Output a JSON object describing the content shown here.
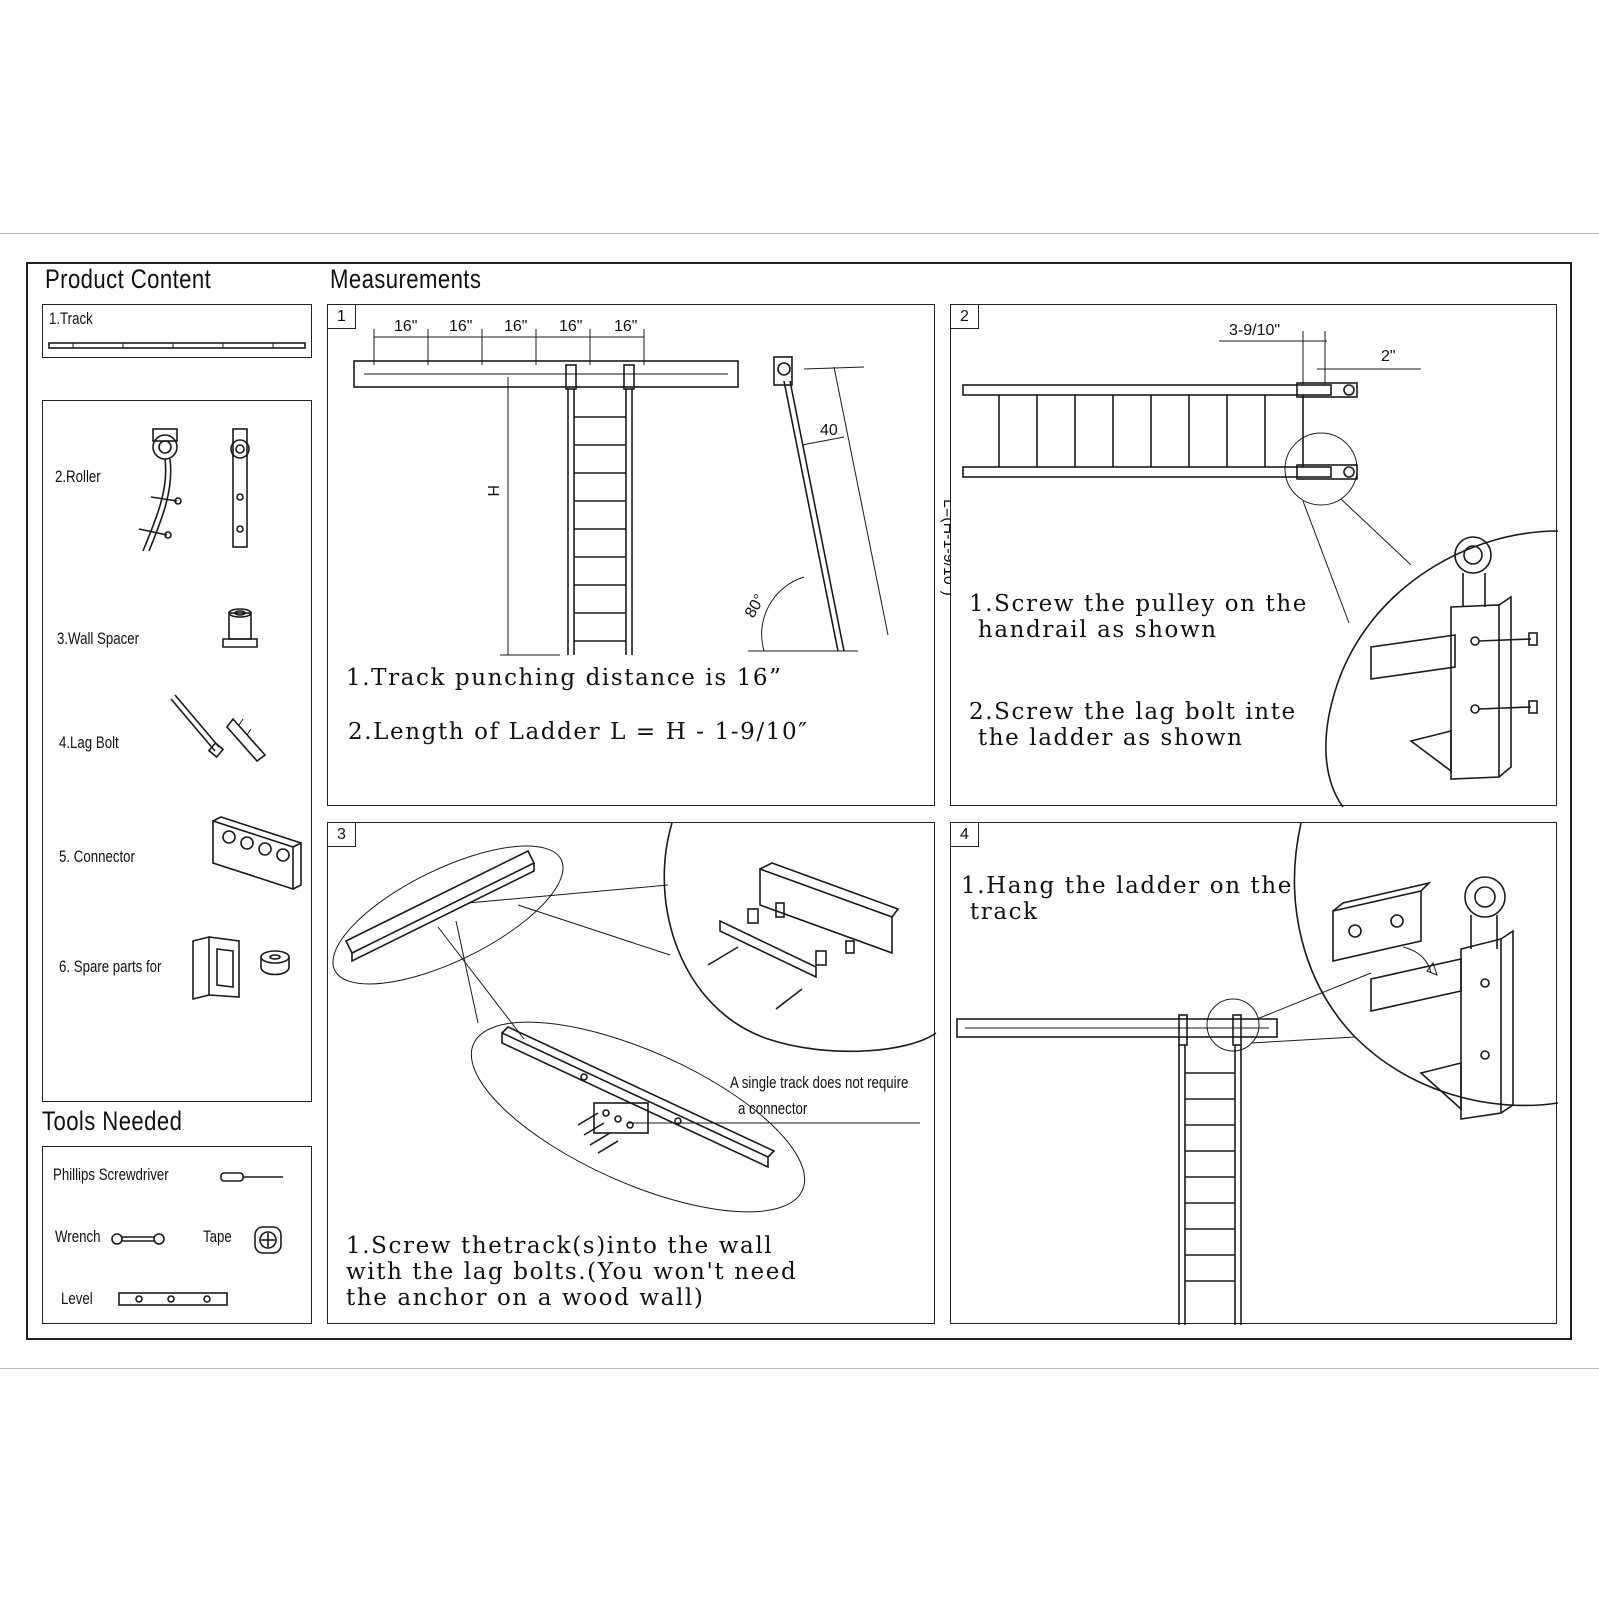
{
  "headers": {
    "product_content": "Product Content",
    "measurements": "Measurements",
    "tools_needed": "Tools Needed"
  },
  "parts": {
    "track": "1.Track",
    "roller": "2.Roller",
    "wall_spacer": "3.Wall Spacer",
    "lag_bolt": "4.Lag Bolt",
    "connector": "5. Connector",
    "spare_parts": "6. Spare parts for"
  },
  "tools": {
    "screwdriver": "Phillips Screwdriver",
    "wrench": "Wrench",
    "tape": "Tape",
    "level": "Level"
  },
  "panel1": {
    "number": "1",
    "spacing": [
      "16\"",
      "16\"",
      "16\"",
      "16\"",
      "16\""
    ],
    "height_label": "H",
    "offset_label": "40",
    "length_label": "L=(H-1-9/10\")",
    "angle_label": "80°",
    "step1": "1.Track punching distance is 16”",
    "step2": "2.Length of Ladder L = H - 1-9/10″"
  },
  "panel2": {
    "number": "2",
    "dim_a": "3-9/10\"",
    "dim_b": "2\"",
    "step1_line1": "1.Screw the pulley on the",
    "step1_line2": " handrail as shown",
    "step2_line1": "2.Screw the lag bolt inte",
    "step2_line2": " the ladder as shown"
  },
  "panel3": {
    "number": "3",
    "note_line1": "A single track does not require",
    "note_line2": "a connector",
    "step_line1": "1.Screw thetrack(s)into the wall",
    "step_line2": "with the lag bolts.(You won't need",
    "step_line3": "the anchor on a wood wall)"
  },
  "panel4": {
    "number": "4",
    "step_line1": "1.Hang the ladder on the",
    "step_line2": " track"
  }
}
